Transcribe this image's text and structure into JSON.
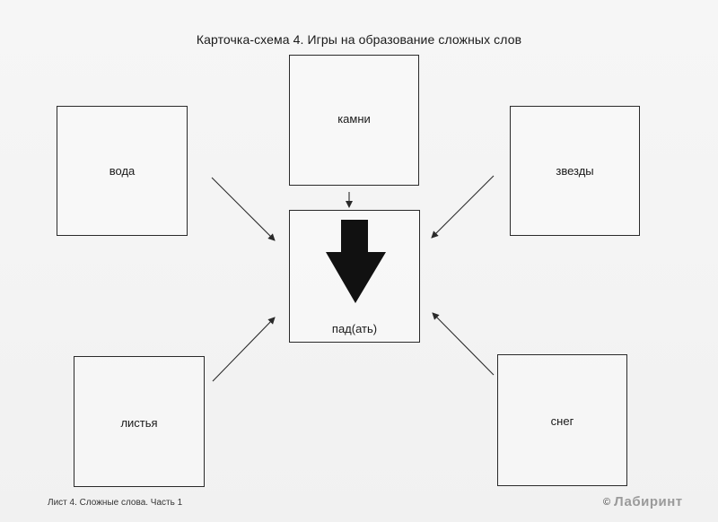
{
  "title": "Карточка-схема 4. Игры на образование сложных слов",
  "boxes": {
    "kamni": "камни",
    "voda": "вода",
    "zvezdy": "звезды",
    "center": "пад(ать)",
    "listya": "листья",
    "sneg": "снег"
  },
  "footer": {
    "left": "Лист 4. Сложные слова. Часть 1",
    "copyright": "©",
    "brand": "Лабиринт"
  },
  "icons": {
    "center_arrow": "down-arrow-icon",
    "copyright": "copyright-icon"
  },
  "colors": {
    "line": "#2a2a2a",
    "arrow_fill": "#111111",
    "background": "#f4f4f4"
  }
}
